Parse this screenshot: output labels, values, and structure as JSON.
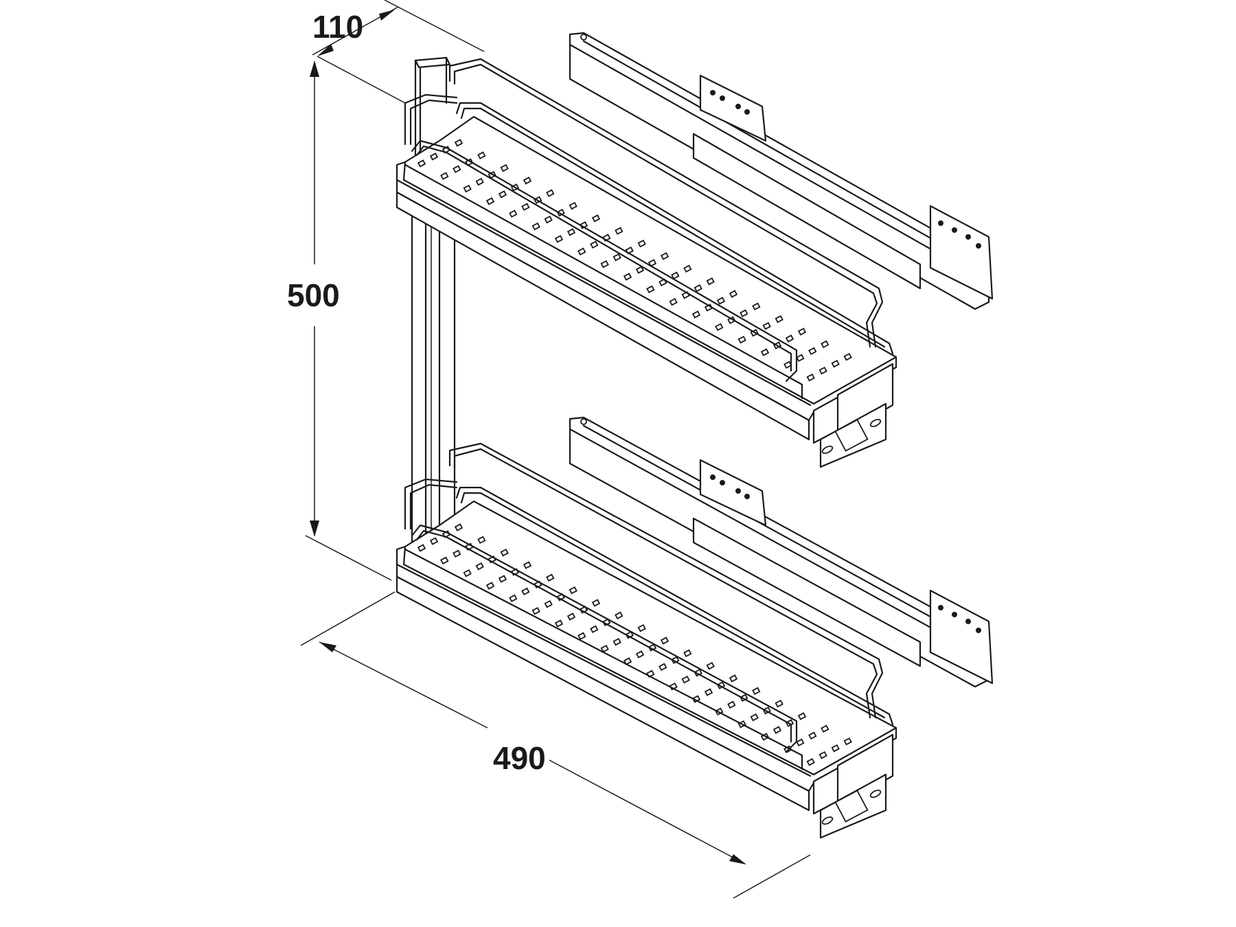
{
  "dimensions": {
    "width_label": "110",
    "height_label": "500",
    "depth_label": "490"
  },
  "colors": {
    "line": "#1a1a1a",
    "background": "#ffffff"
  },
  "icons": [
    "pull-out-basket-drawing",
    "dimension-arrow-icon",
    "runner-rail-icon"
  ]
}
